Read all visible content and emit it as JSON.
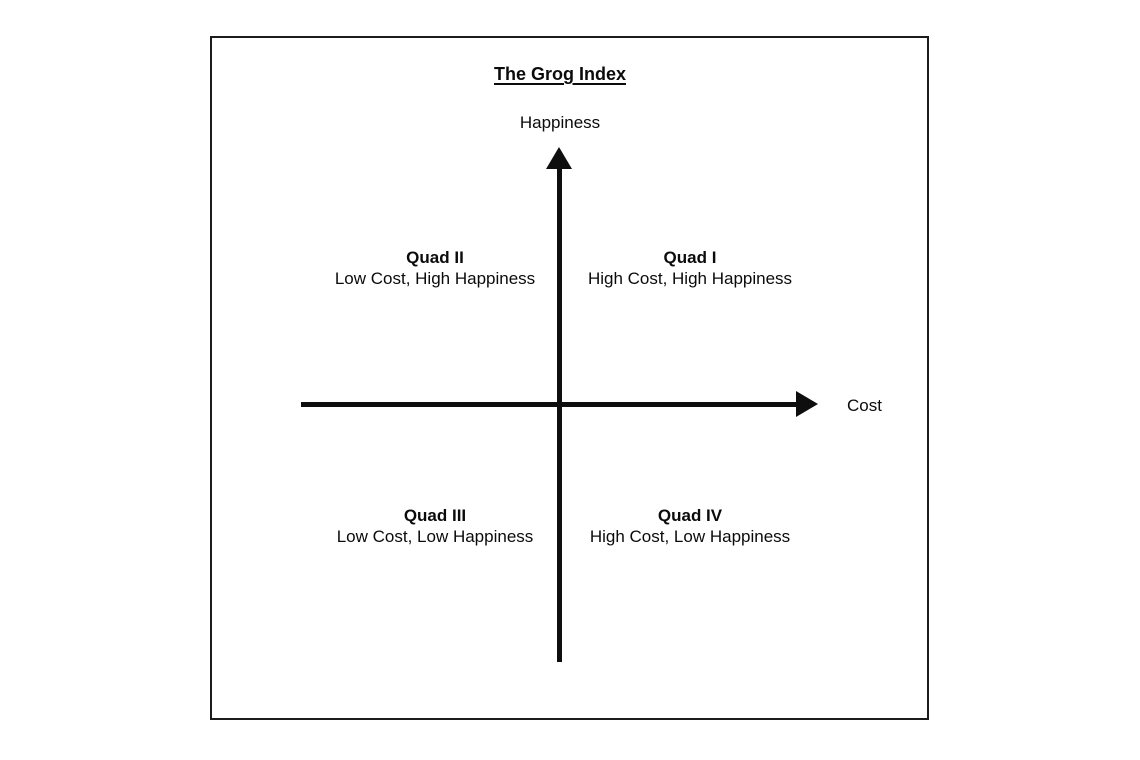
{
  "title": "The Grog Index",
  "axes": {
    "y_label": "Happiness",
    "x_label": "Cost"
  },
  "quadrants": [
    {
      "name": "Quad I",
      "description": "High Cost, High Happiness",
      "position": "top-right"
    },
    {
      "name": "Quad II",
      "description": "Low Cost, High Happiness",
      "position": "top-left"
    },
    {
      "name": "Quad III",
      "description": "Low Cost, Low Happiness",
      "position": "bottom-left"
    },
    {
      "name": "Quad IV",
      "description": "High Cost, Low Happiness",
      "position": "bottom-right"
    }
  ],
  "colors": {
    "ink": "#0e0e0e",
    "background": "#ffffff",
    "frame_border": "#1c1c1c"
  }
}
